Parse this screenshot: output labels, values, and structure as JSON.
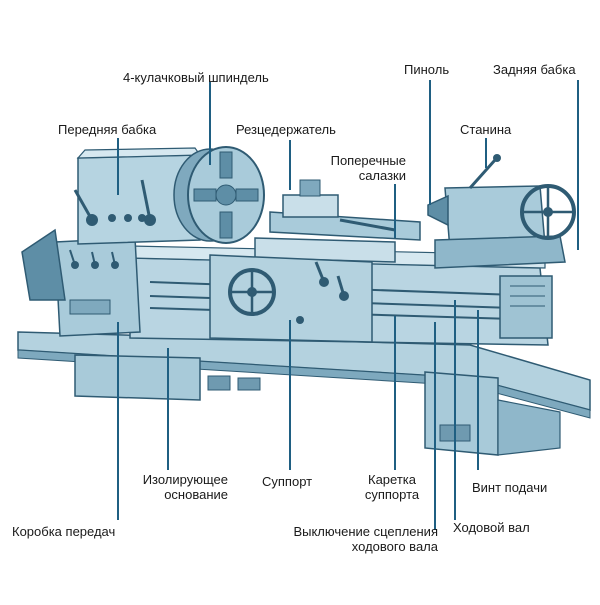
{
  "labels": {
    "spindle": "4-кулачковый шпиндель",
    "headstock": "Передняя бабка",
    "toolholder": "Резцедержатель",
    "cross_slide": [
      "Поперечные",
      "салазки"
    ],
    "quill": "Пиноль",
    "tailstock": "Задняя бабка",
    "bed": "Станина",
    "insulating_base": [
      "Изолирующее",
      "основание"
    ],
    "carriage": "Суппорт",
    "apron": [
      "Каретка",
      "суппорта"
    ],
    "feed_screw": "Винт подачи",
    "gearbox": "Коробка передач",
    "clutch": [
      "Выключение сцепления",
      "ходового вала"
    ],
    "lead_shaft": "Ходовой вал"
  },
  "colors": {
    "metal_light": "#c9dfe9",
    "metal_mid": "#97bfd1",
    "metal_dark": "#5e8ea6",
    "outline": "#2f5b73",
    "leader": "#1f5f82",
    "text": "#1a1a1a"
  }
}
